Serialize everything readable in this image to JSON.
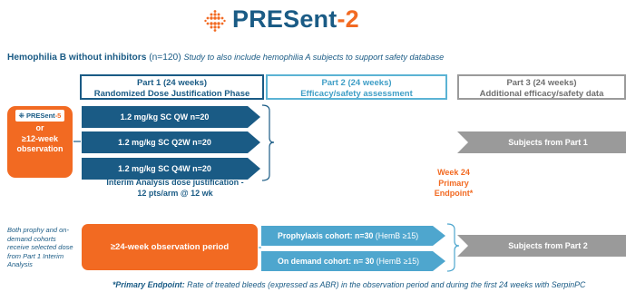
{
  "header": {
    "title_main": "PRESent",
    "title_accent": "-2"
  },
  "population": {
    "heading": "Hemophilia B without inhibitors",
    "count": " (n=120) ",
    "note": "Study to also include hemophilia A subjects to support safety database"
  },
  "parts": [
    {
      "title": "Part 1 (24 weeks)",
      "subtitle": "Randomized Dose Justification Phase"
    },
    {
      "title": "Part 2 (24 weeks)",
      "subtitle": "Efficacy/safety assessment"
    },
    {
      "title": "Part 3 (24 weeks)",
      "subtitle": "Additional efficacy/safety data"
    }
  ],
  "entry": {
    "badge_main": "PRESent",
    "badge_accent": "-5",
    "line1": "or",
    "line2": "≥12-week",
    "line3": "observation"
  },
  "arms": [
    "1.2 mg/kg SC QW n=20",
    "1.2 mg/kg SC Q2W n=20",
    "1.2 mg/kg SC Q4W n=20"
  ],
  "interim": {
    "line1": "Interim Analysis dose justification -",
    "line2": "12 pts/arm @ 12 wk"
  },
  "part3_boxes": {
    "upper": "Subjects from Part 1",
    "lower": "Subjects from Part 2"
  },
  "endpoint": {
    "line1": "Week 24",
    "line2": "Primary",
    "line3": "Endpoint*"
  },
  "cohort_note": "Both prophy and on-demand cohorts receive selected dose from Part 1 Interim Analysis",
  "observation_period": "≥24-week observation period",
  "cohorts": [
    {
      "name": "Prophylaxis cohort: n=30",
      "detail": " (HemB ≥15)"
    },
    {
      "name": "On demand cohort: n= 30",
      "detail": " (HemB ≥15)"
    }
  ],
  "footnote": {
    "label": "*Primary Endpoint:",
    "text": " Rate of treated bleeds (expressed as ABR) in the observation period and during the first 24 weeks with SerpinPC"
  },
  "colors": {
    "navy": "#1a5b85",
    "orange": "#f26a22",
    "light_blue": "#4ea6ce",
    "gray": "#9a9a9a"
  }
}
